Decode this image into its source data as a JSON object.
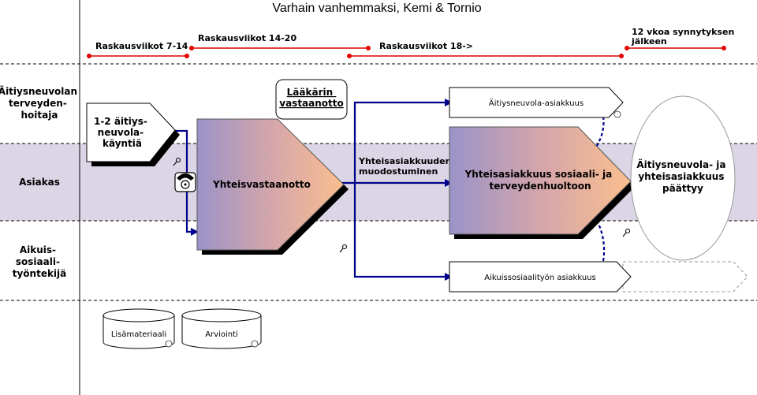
{
  "title": "Varhain vanhemmaksi, Kemi & Tornio",
  "lanes": [
    {
      "label": [
        "Äitiysneuvolan",
        "terveyden-",
        "hoitaja"
      ]
    },
    {
      "label": [
        "Asiakas"
      ]
    },
    {
      "label": [
        "Aikuis-",
        "sosiaali-",
        "työntekijä"
      ]
    }
  ],
  "phases": [
    {
      "label": "Raskausviikot 7-14"
    },
    {
      "label": "Raskausviikot 14-20"
    },
    {
      "label": "Raskausviikot 18->"
    },
    {
      "label": [
        "12 vkoa synnytyksen",
        "jälkeen"
      ]
    }
  ],
  "nodes": {
    "neuvola_visits": [
      "1-2 äitiys-",
      "neuvola-",
      "käyntiä"
    ],
    "doctor": [
      "Lääkärin",
      "vastaanotto"
    ],
    "joint_reception": "Yhteisvastaanotto",
    "neuvola_client": "Äitiysneuvola-asiakkuus",
    "joint_client": [
      "Yhteisasiakkuus sosiaali- ja",
      "terveydenhuoltoon"
    ],
    "adult_social_client": "Aikuissosiaalityön asiakkuus",
    "ended": [
      "Äitiysneuvola- ja",
      "yhteisasiakkuus",
      "päättyy"
    ],
    "extra_material": "Lisämateriaali",
    "evaluation": "Arviointi"
  },
  "flows": {
    "joint_client_forming": [
      "Yhteisasiakkuuden",
      "muodostuminen"
    ]
  },
  "colors": {
    "flow": "#00008b",
    "phase_line": "#e00000",
    "lane_band": "#dcd5e6",
    "gradient_start": "#9b93c8",
    "gradient_end": "#f9be8e"
  },
  "icons": [
    "telephone-icon",
    "key-icon",
    "attachment-icon"
  ]
}
